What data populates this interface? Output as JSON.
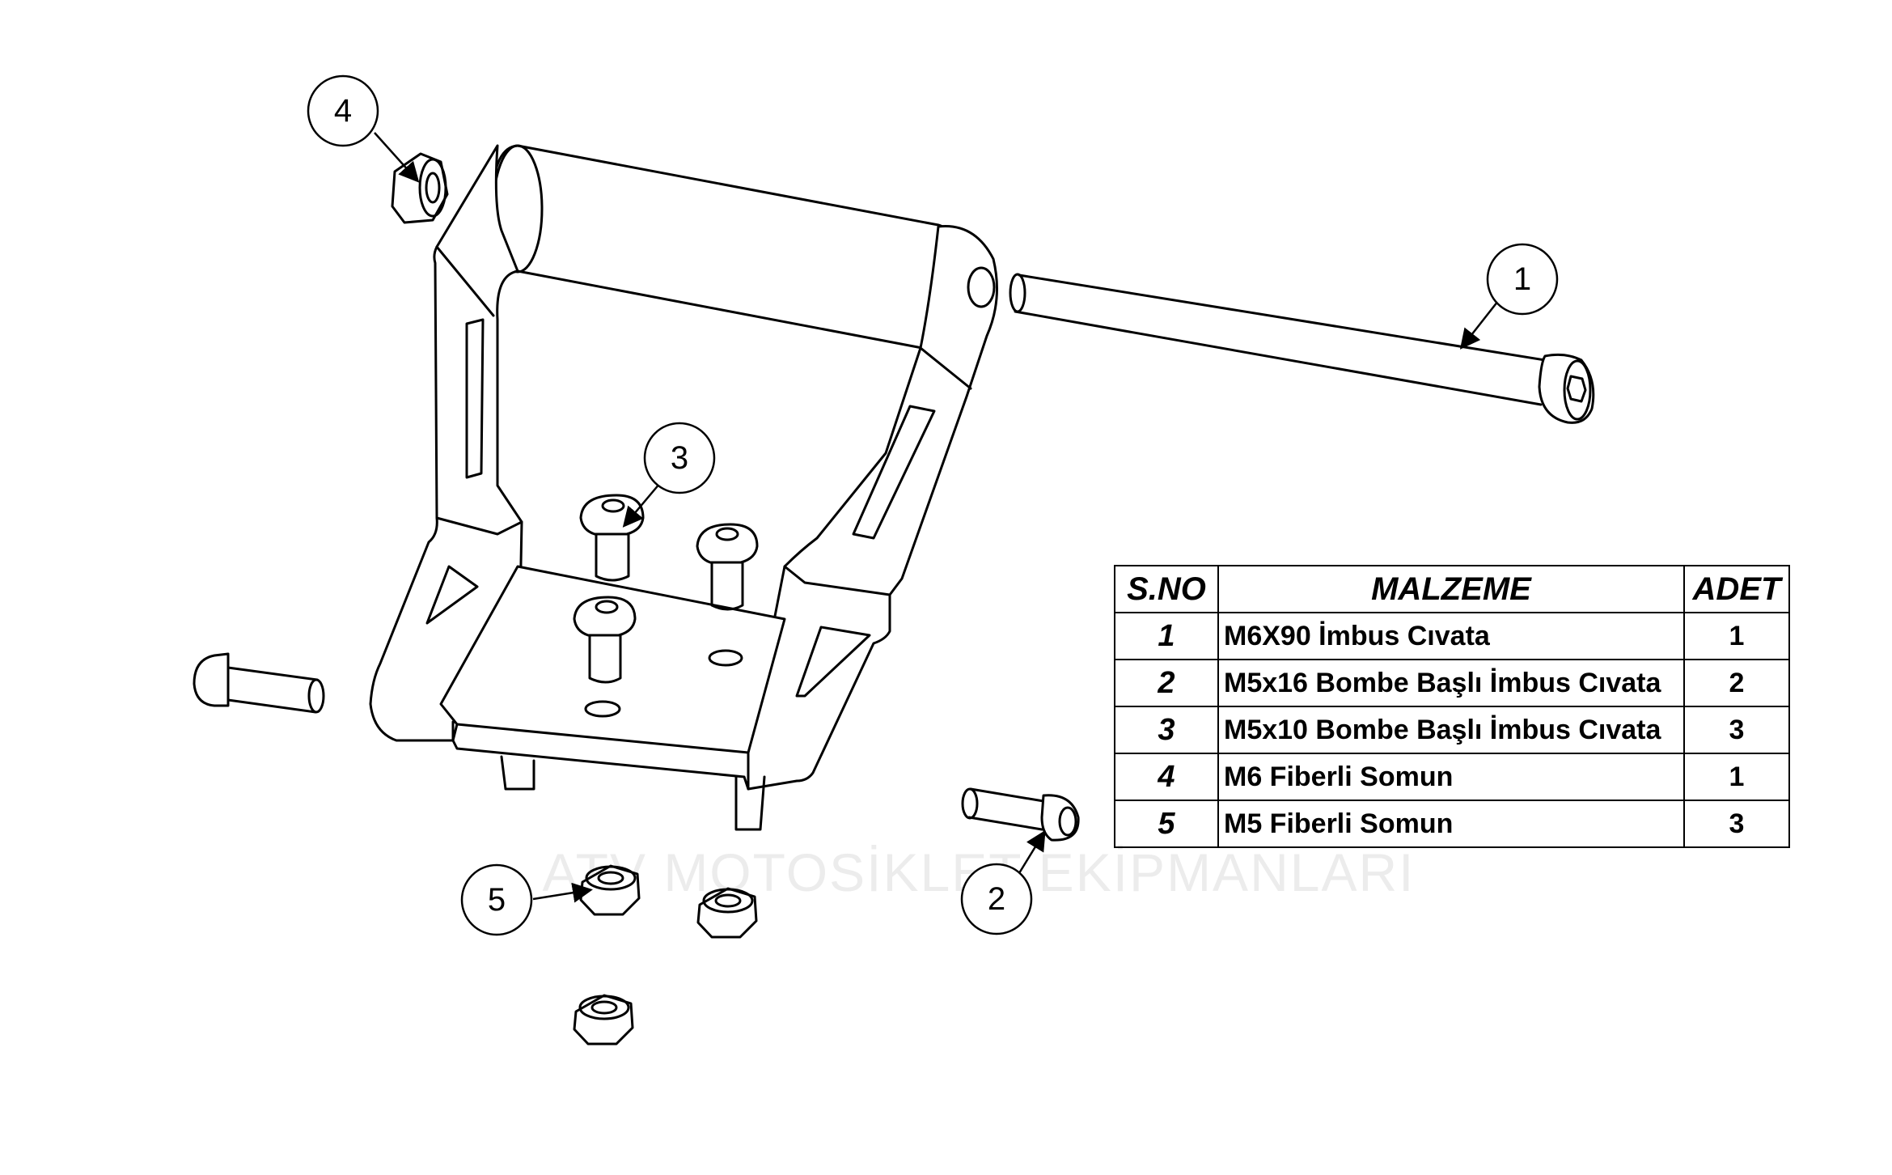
{
  "watermark": {
    "text": "ATV MOTOSİKLET EKİPMANLARI"
  },
  "callouts": [
    {
      "label": "1"
    },
    {
      "label": "2"
    },
    {
      "label": "3"
    },
    {
      "label": "4"
    },
    {
      "label": "5"
    }
  ],
  "bom": {
    "headers": {
      "no": "S.NO",
      "material": "MALZEME",
      "qty": "ADET"
    },
    "rows": [
      {
        "no": "1",
        "material": "M6X90 İmbus Cıvata",
        "qty": "1"
      },
      {
        "no": "2",
        "material": "M5x16 Bombe Başlı İmbus Cıvata",
        "qty": "2"
      },
      {
        "no": "3",
        "material": "M5x10 Bombe Başlı İmbus Cıvata",
        "qty": "3"
      },
      {
        "no": "4",
        "material": "M6 Fiberli Somun",
        "qty": "1"
      },
      {
        "no": "5",
        "material": "M5 Fiberli Somun",
        "qty": "3"
      }
    ]
  }
}
